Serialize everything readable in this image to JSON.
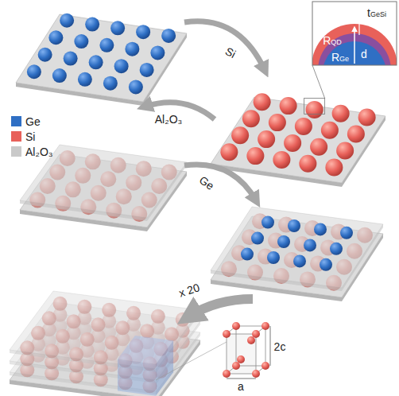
{
  "diagram": {
    "labels": [
      "Si",
      "Al₂O₃",
      "Ge",
      "x 20",
      "RQD",
      "tGeSi",
      "d",
      "RGe",
      "2c",
      "a"
    ],
    "legend": [
      {
        "text": "Ge",
        "color": "#2f6fc4"
      },
      {
        "text": "Si",
        "color": "#e8615a"
      },
      {
        "text": "Al₂O₃",
        "color": "#c9c9c9"
      }
    ]
  }
}
